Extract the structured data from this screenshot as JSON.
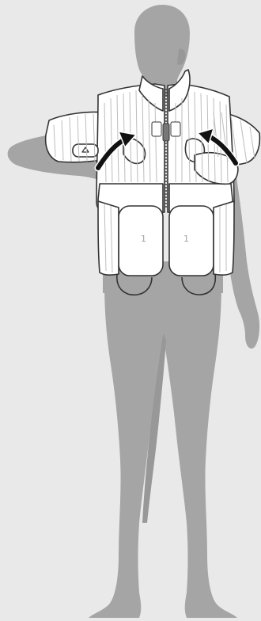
{
  "illustration": {
    "subject": "mannequin-wearing-vest",
    "colors": {
      "background": "#e9e9e9",
      "body": "#a5a5a5",
      "body_shadow": "#8f8f8f",
      "garment": "#ffffff",
      "garment_outline": "#333333",
      "garment_lines": "#bdbdbd",
      "arrow": "#111111"
    },
    "pocket_labels": [
      "1",
      "1"
    ],
    "icons": [
      "curved-arrow-left",
      "curved-arrow-right",
      "zipper",
      "cuff-button"
    ]
  }
}
